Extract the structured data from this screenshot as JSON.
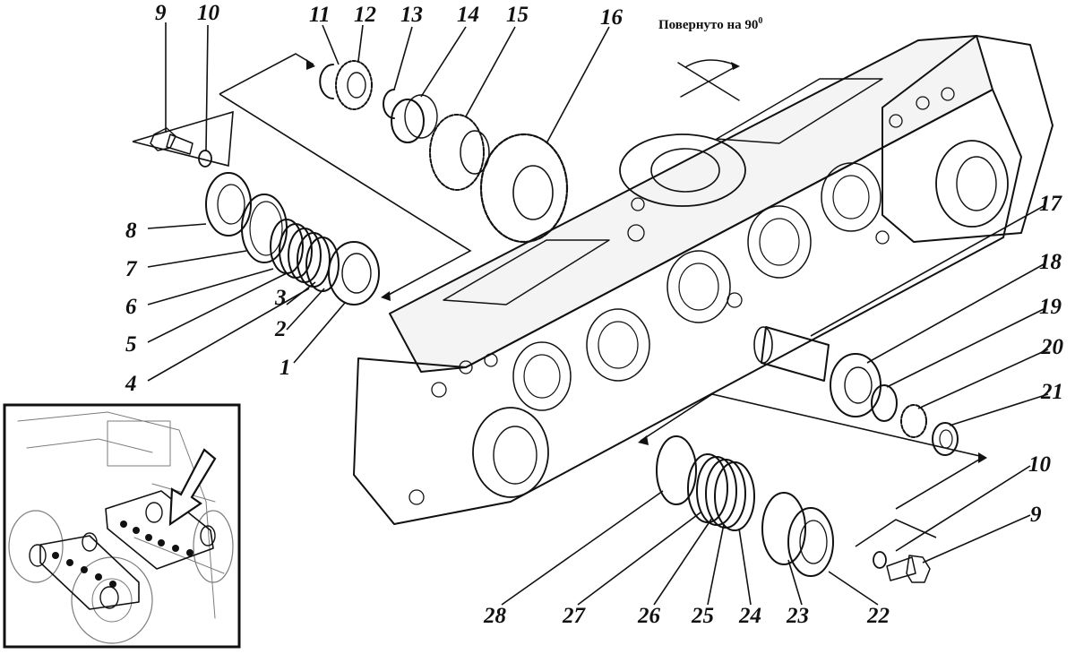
{
  "caption": {
    "text": "Повернуто на 90",
    "sup": "0"
  },
  "callouts": {
    "left_9": "9",
    "left_10": "10",
    "n11": "11",
    "n12": "12",
    "n13": "13",
    "n14": "14",
    "n15": "15",
    "n16": "16",
    "n8": "8",
    "n7": "7",
    "n6": "6",
    "n5": "5",
    "n4": "4",
    "n3": "3",
    "n2": "2",
    "n1": "1",
    "n17": "17",
    "n18": "18",
    "n19": "19",
    "n20": "20",
    "n21": "21",
    "right_10": "10",
    "right_9": "9",
    "n28": "28",
    "n27": "27",
    "n26": "26",
    "n25": "25",
    "n24": "24",
    "n23": "23",
    "n22": "22"
  }
}
